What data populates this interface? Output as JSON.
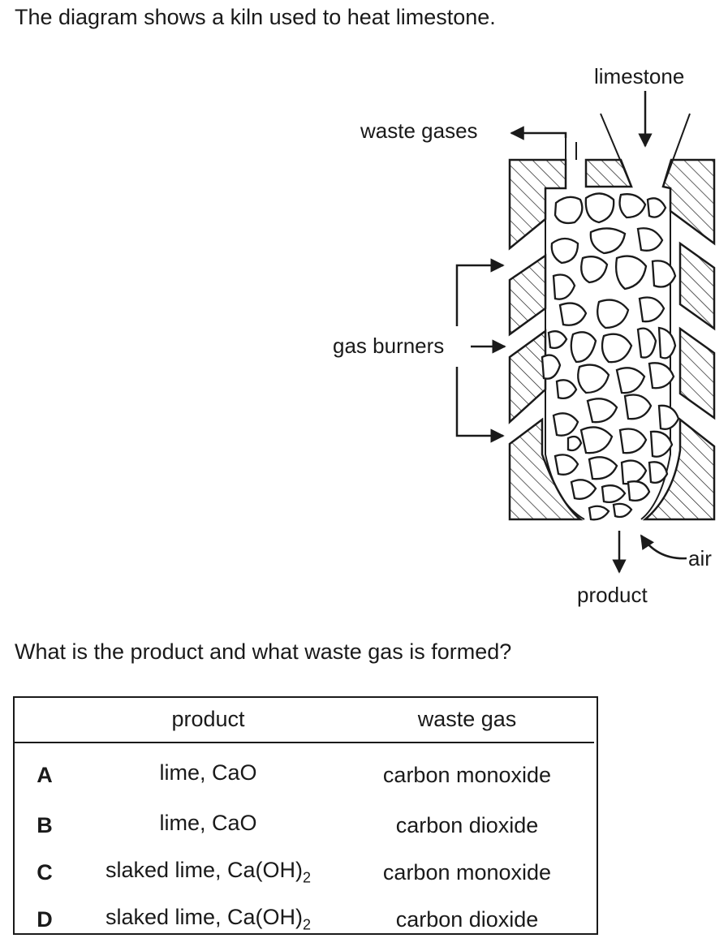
{
  "intro": "The diagram shows a kiln used to heat limestone.",
  "diagram": {
    "labels": {
      "limestone": "limestone",
      "waste_gases": "waste gases",
      "gas_burners": "gas burners",
      "air": "air",
      "product": "product"
    }
  },
  "question": "What is the product and what waste gas is formed?",
  "table": {
    "headers": {
      "product": "product",
      "waste_gas": "waste gas"
    },
    "rows": [
      {
        "letter": "A",
        "product": "lime, CaO",
        "product_sub": "",
        "waste_gas": "carbon monoxide"
      },
      {
        "letter": "B",
        "product": "lime, CaO",
        "product_sub": "",
        "waste_gas": "carbon dioxide"
      },
      {
        "letter": "C",
        "product": "slaked lime, Ca(OH)",
        "product_sub": "2",
        "waste_gas": "carbon monoxide"
      },
      {
        "letter": "D",
        "product": "slaked lime, Ca(OH)",
        "product_sub": "2",
        "waste_gas": "carbon dioxide"
      }
    ]
  }
}
